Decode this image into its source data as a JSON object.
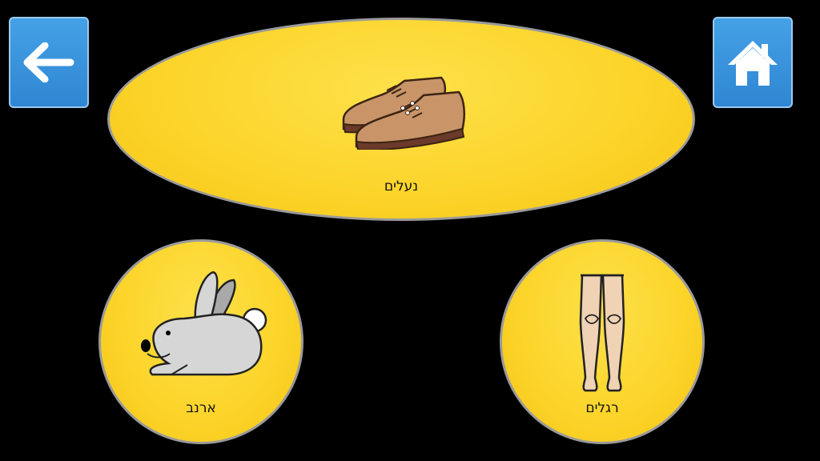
{
  "nav": {
    "back_icon": "left-arrow-icon",
    "home_icon": "home-icon",
    "button_color": "#3a93dc"
  },
  "choices": {
    "top": {
      "label": "נעלים",
      "icon": "shoes-icon"
    },
    "left": {
      "label": "ארנב",
      "icon": "rabbit-icon"
    },
    "right": {
      "label": "רגלים",
      "icon": "legs-icon"
    }
  },
  "colors": {
    "bubble": "#fcd52b",
    "background": "#000000"
  }
}
